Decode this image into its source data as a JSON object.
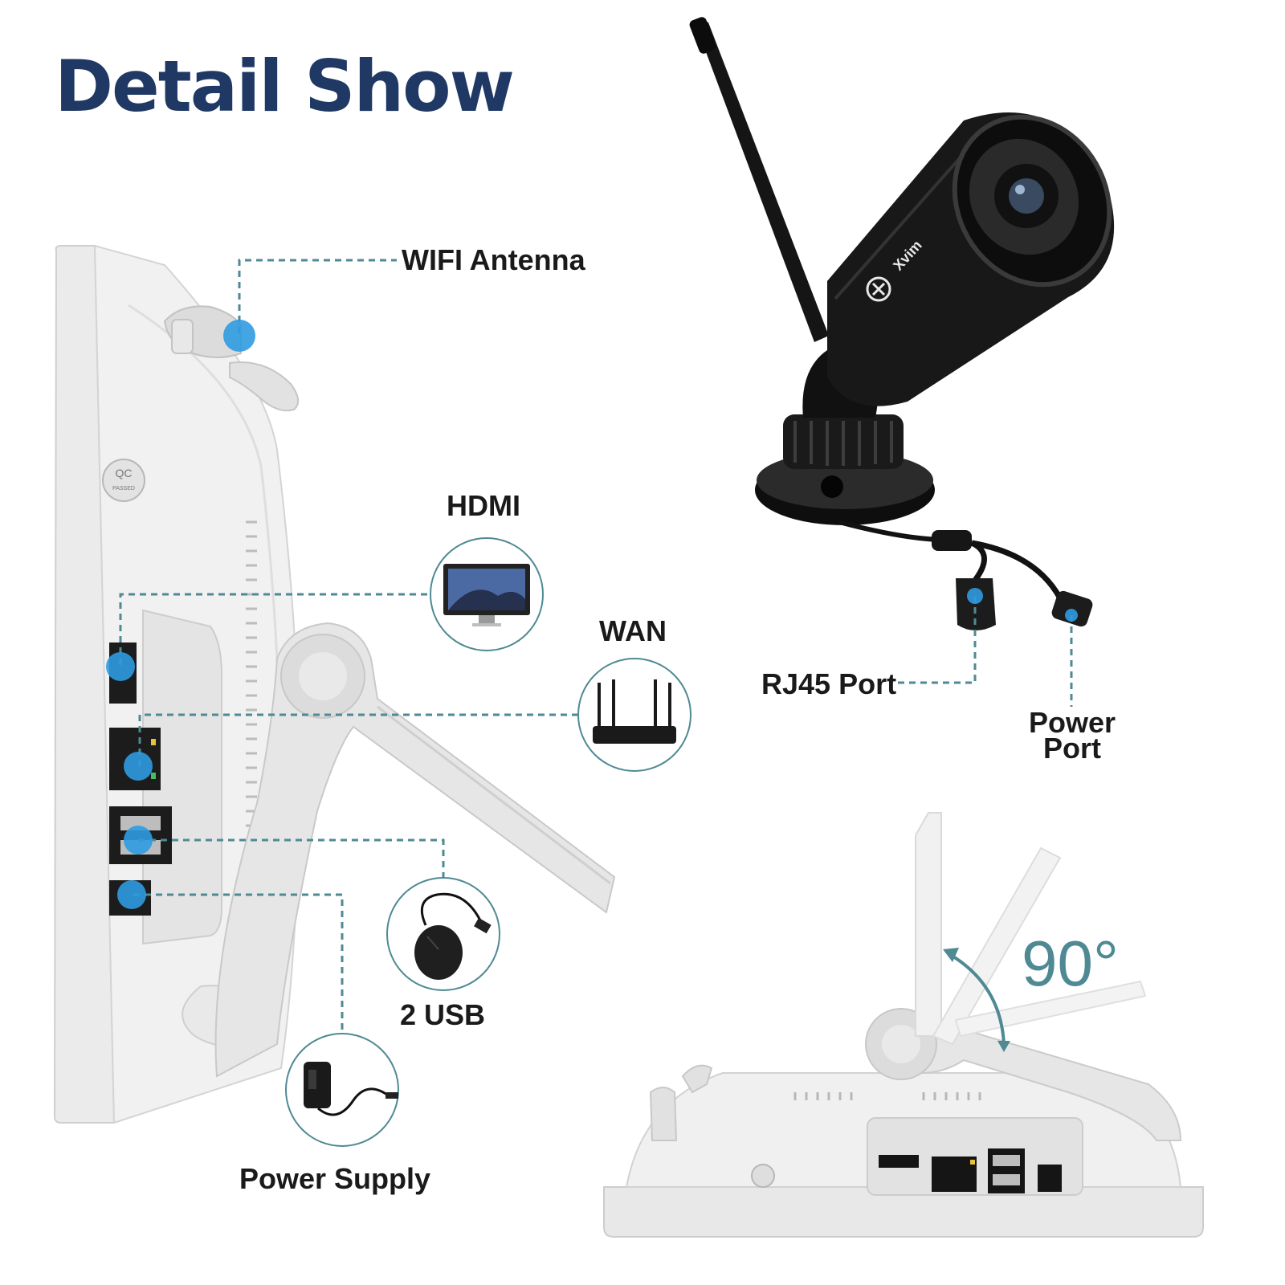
{
  "title": "Detail Show",
  "labels": {
    "wifi_antenna": "WIFI Antenna",
    "hdmi": "HDMI",
    "wan": "WAN",
    "usb": "2 USB",
    "power_supply": "Power Supply",
    "rj45_port": "RJ45 Port",
    "power_port_line1": "Power",
    "power_port_line2": "Port",
    "angle": "90°",
    "camera_brand": "Xvim",
    "qc_badge": "QC",
    "qc_badge_sub": "PASSED"
  },
  "colors": {
    "title": "#1f3864",
    "label": "#1a1a1a",
    "accent_dot": "#2f9be0",
    "leader_line": "#4f8a94",
    "angle": "#4f8a94",
    "device_body": "#e6e6e6",
    "camera_body": "#1a1a1a"
  },
  "icons": {
    "hdmi": "monitor-icon",
    "wan": "router-icon",
    "usb": "usb-mouse-icon",
    "power_supply": "power-adapter-icon"
  }
}
